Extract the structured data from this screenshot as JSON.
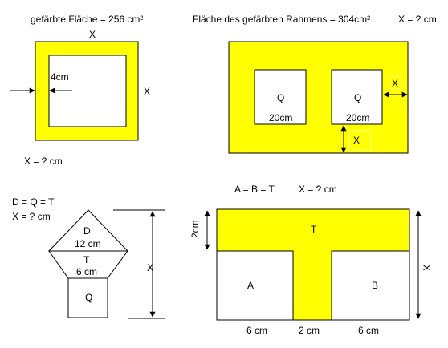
{
  "colors": {
    "fill": "#ffff00",
    "stroke": "#000000",
    "background": "#ffffff"
  },
  "problem1": {
    "title": "gefärbte Fläche = 256 cm²",
    "top_label": "X",
    "right_label": "X",
    "width_label": "4cm",
    "question": "X = ? cm"
  },
  "problem2": {
    "title": "Fläche des gefärbten Rahmens = 304cm²",
    "question": "X = ? cm",
    "square_left_label": "Q",
    "square_left_size": "20cm",
    "square_right_label": "Q",
    "square_right_size": "20cm",
    "gap_label_right": "X",
    "gap_label_bottom": "X"
  },
  "problem3": {
    "condition": "D = Q = T",
    "question": "X = ? cm",
    "triangle_label": "D",
    "triangle_base": "12 cm",
    "trapezoid_label": "T",
    "trapezoid_base": "6 cm",
    "square_label": "Q",
    "height_label": "X"
  },
  "problem4": {
    "condition": "A = B = T",
    "question": "X = ? cm",
    "t_label": "T",
    "left_label": "A",
    "right_label": "B",
    "bar_height_label": "2cm",
    "height_label": "X",
    "bottom_left": "6 cm",
    "bottom_mid": "2 cm",
    "bottom_right": "6 cm"
  }
}
